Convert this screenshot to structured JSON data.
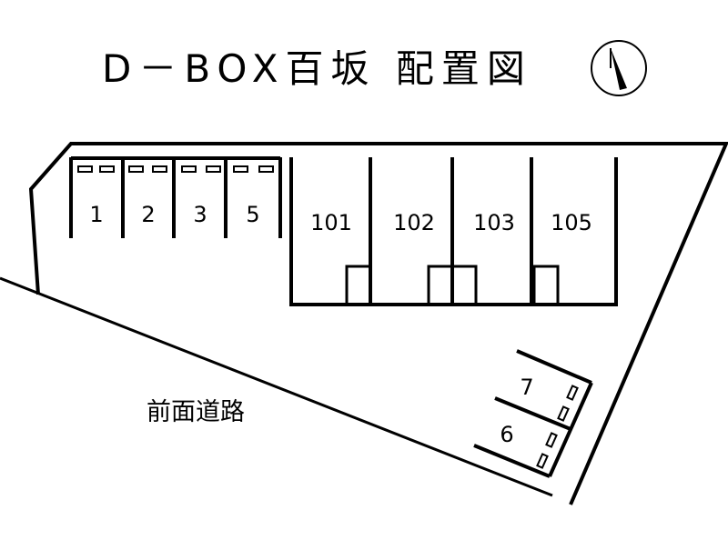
{
  "title": "D－BOX百坂 配置図",
  "road_label": "前面道路",
  "parking_spaces": [
    "1",
    "2",
    "3",
    "5"
  ],
  "units": [
    "101",
    "102",
    "103",
    "105"
  ],
  "side_parking": [
    "7",
    "6"
  ],
  "icons": {
    "north": "north-arrow-icon"
  },
  "colors": {
    "line": "#000000",
    "background": "#ffffff"
  }
}
